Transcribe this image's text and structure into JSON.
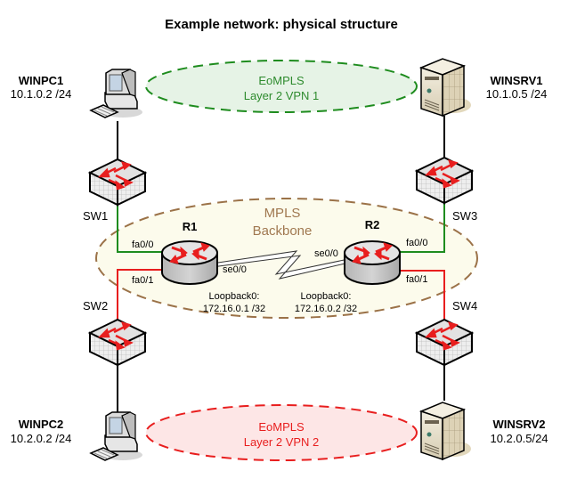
{
  "title": "Example network: physical structure",
  "colors": {
    "vpn1_stroke": "#1e8c1e",
    "vpn1_fill": "#e6f3e6",
    "vpn1_text": "#2e8b2e",
    "vpn2_stroke": "#e81e1e",
    "vpn2_fill": "#fde6e6",
    "vpn2_text": "#e81e1e",
    "mpls_stroke": "#9b7248",
    "mpls_fill": "#fcfbec",
    "mpls_text": "#a07850",
    "link_green": "#1e8c1e",
    "link_red": "#e81e1e",
    "link_black": "#000000"
  },
  "hosts": {
    "winpc1": {
      "name": "WINPC1",
      "ip": "10.1.0.2 /24",
      "type": "workstation"
    },
    "winsrv1": {
      "name": "WINSRV1",
      "ip": "10.1.0.5 /24",
      "type": "server"
    },
    "winpc2": {
      "name": "WINPC2",
      "ip": "10.2.0.2 /24",
      "type": "workstation"
    },
    "winsrv2": {
      "name": "WINSRV2",
      "ip": "10.2.0.5/24",
      "type": "server"
    }
  },
  "switches": {
    "sw1": {
      "name": "SW1"
    },
    "sw2": {
      "name": "SW2"
    },
    "sw3": {
      "name": "SW3"
    },
    "sw4": {
      "name": "SW4"
    }
  },
  "routers": {
    "r1": {
      "name": "R1",
      "interfaces": {
        "fa00": "fa0/0",
        "fa01": "fa0/1",
        "se00": "se0/0"
      },
      "loopback_label": "Loopback0:",
      "loopback_ip": "172.16.0.1 /32"
    },
    "r2": {
      "name": "R2",
      "interfaces": {
        "fa00": "fa0/0",
        "fa01": "fa0/1",
        "se00": "se0/0"
      },
      "loopback_label": "Loopback0:",
      "loopback_ip": "172.16.0.2 /32"
    }
  },
  "zones": {
    "vpn1": {
      "line1": "EoMPLS",
      "line2": "Layer 2 VPN 1"
    },
    "vpn2": {
      "line1": "EoMPLS",
      "line2": "Layer 2 VPN 2"
    },
    "mpls": {
      "line1": "MPLS",
      "line2": "Backbone"
    }
  }
}
